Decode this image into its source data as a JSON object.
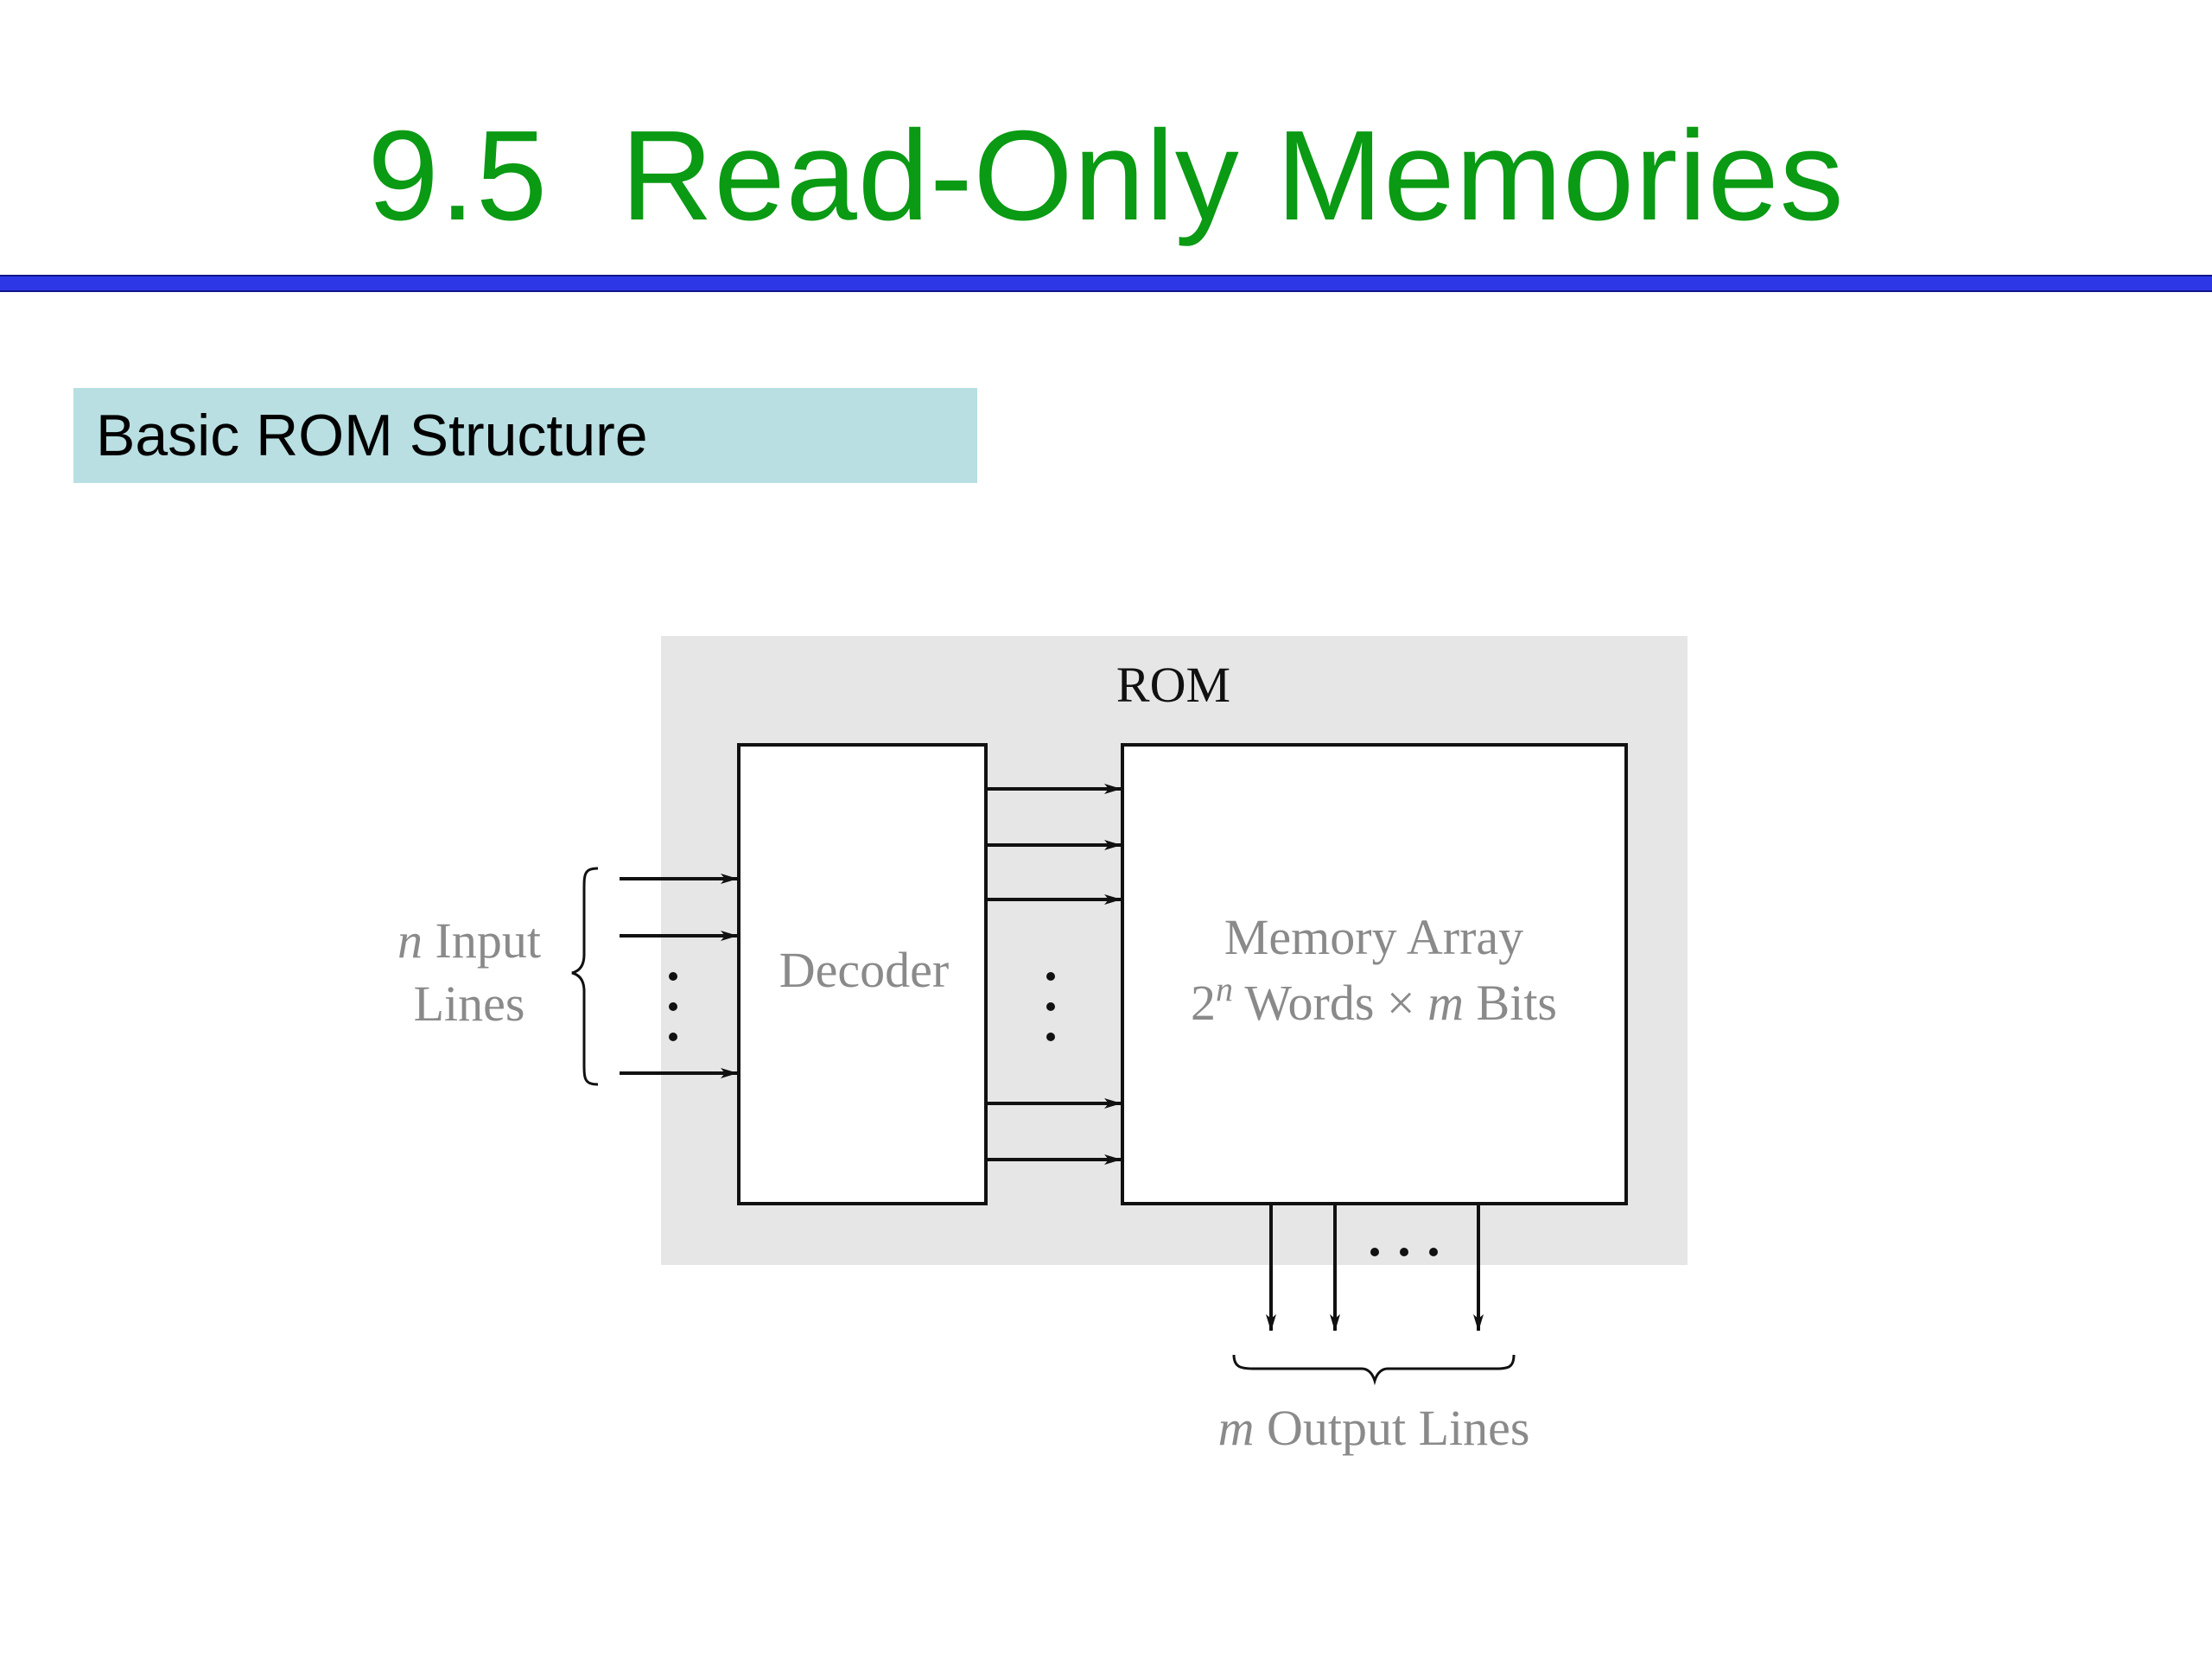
{
  "title": "9.5  Read-Only Memories",
  "subtitle": "Basic ROM Structure",
  "diagram": {
    "rom_label": "ROM",
    "decoder_label": "Decoder",
    "input_label_var": "n",
    "input_label_line1": " Input",
    "input_label_line2": "Lines",
    "memory_label_line1": "Memory Array",
    "memory_label_2": "2",
    "memory_label_sup": "n",
    "memory_label_words": " Words × ",
    "memory_label_m": "m",
    "memory_label_bits": " Bits",
    "output_label_var": "m",
    "output_label": " Output Lines",
    "colors": {
      "title": "#0a9a14",
      "rule": "#2e37e6",
      "subtitle_bg": "#b9dfe2",
      "rom_bg": "#e6e6e6",
      "label_gray": "#8a8a8a"
    }
  }
}
